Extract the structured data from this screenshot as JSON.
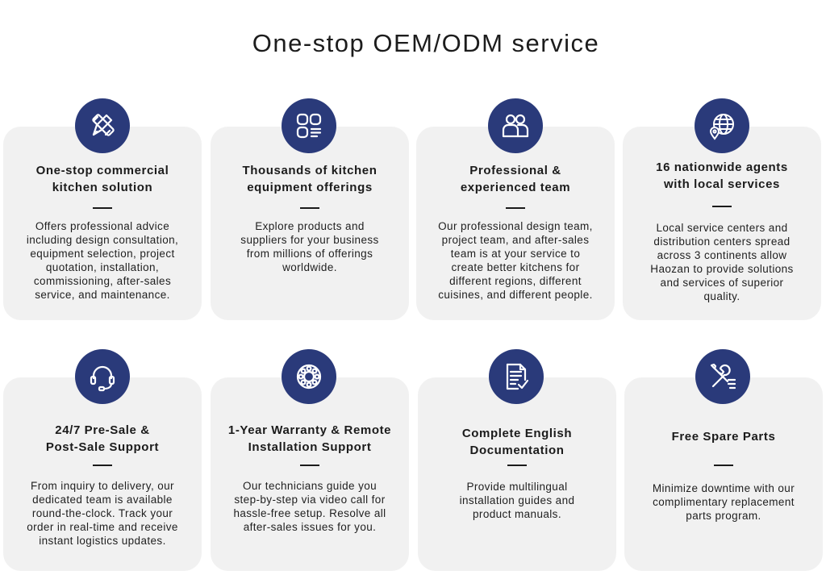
{
  "page": {
    "title": "One-stop OEM/ODM service"
  },
  "cards": [
    {
      "icon": "design-tools-icon",
      "title": "One-stop commercial\nkitchen solution",
      "desc": "Offers professional advice\nincluding design consultation,\nequipment selection, project\nquotation, installation,\ncommissioning, after-sales\nservice, and maintenance."
    },
    {
      "icon": "app-grid-icon",
      "title": "Thousands of kitchen\nequipment offerings",
      "desc": "Explore products and\nsuppliers for your business\nfrom millions of offerings\nworldwide."
    },
    {
      "icon": "team-people-icon",
      "title": "Professional  &\nexperienced team",
      "desc": "Our professional design team,\nproject team, and after-sales\nteam is at your service to\ncreate better kitchens for\ndifferent regions, different\ncuisines, and different people."
    },
    {
      "icon": "globe-location-icon",
      "title": "16 nationwide agents\nwith local services",
      "desc": "Local service centers and\ndistribution centers spread\nacross 3 continents allow\nHaozan to provide solutions\nand services of superior\nquality."
    },
    {
      "icon": "headset-icon",
      "title": "24/7 Pre-Sale &\nPost-Sale Support",
      "desc": "From inquiry to delivery, our\ndedicated team is available\nround-the-clock. Track your\norder in real-time and receive\ninstant logistics updates."
    },
    {
      "icon": "gear-wheel-icon",
      "title": "1-Year Warranty & Remote\nInstallation Support",
      "desc": "Our technicians guide you\nstep-by-step via video call for\nhassle-free setup. Resolve all\nafter-sales issues for you."
    },
    {
      "icon": "document-check-icon",
      "title": "Complete English\nDocumentation",
      "desc": "Provide multilingual\ninstallation guides and\nproduct manuals."
    },
    {
      "icon": "wrench-screwdriver-icon",
      "title": "Free Spare Parts",
      "desc": "Minimize downtime with our\ncomplimentary replacement\nparts program."
    }
  ],
  "colors": {
    "icon_bg": "#2a3a7a",
    "card_bg": "#f1f1f1",
    "text": "#1b1b1b"
  }
}
